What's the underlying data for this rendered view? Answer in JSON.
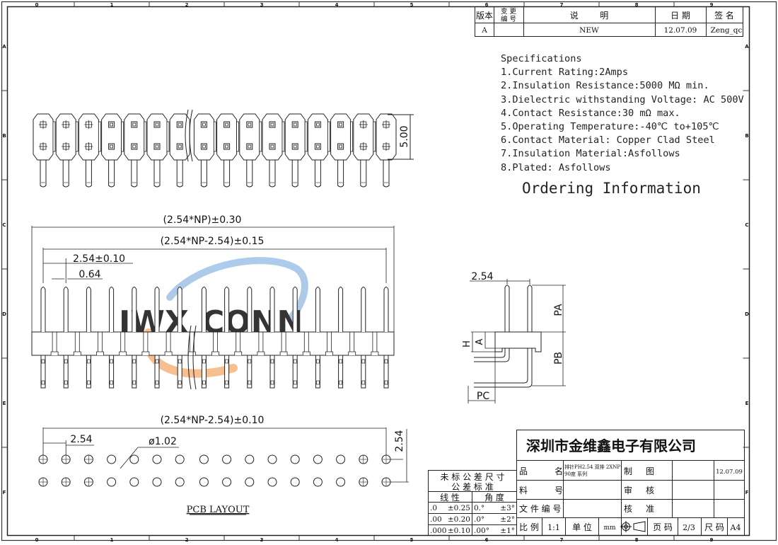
{
  "frame": {
    "column_markers": [
      "0",
      "1",
      "2",
      "3",
      "4",
      "5",
      "6",
      "7",
      "8",
      "9"
    ],
    "row_markers": [
      "A",
      "B",
      "C",
      "D",
      "E",
      "F"
    ]
  },
  "revision_table": {
    "headers": {
      "version": "版本",
      "change_no": "变更\n编号",
      "change_no_line1": "变 更",
      "change_no_line2": "编 号",
      "description": "说        明",
      "date": "日 期",
      "signature": "签 名"
    },
    "rows": [
      {
        "version": "A",
        "change_no": "",
        "description": "NEW",
        "date": "12.07.09",
        "signature": "Zeng_qc"
      }
    ]
  },
  "specifications": {
    "title": "Specifications",
    "items": [
      "1.Current Rating:2Amps",
      "2.Insulation Resistance:5000 MΩ min.",
      "3.Dielectric withstanding Voltage: AC 500V",
      "4.Contact Resistance:30 mΩ max.",
      "5.Operating Temperature:-40℃ to+105℃",
      "6.Contact Material: Copper Clad Steel",
      "7.Insulation Material:Asfollows",
      "8.Plated: Asfollows"
    ],
    "ordering_title": "Ordering Information"
  },
  "top_view": {
    "pin_count_shown": 16,
    "height_dim": "5.00"
  },
  "front_view": {
    "overall_dim": "(2.54*NP)±0.30",
    "pitch_span_dim": "(2.54*NP-2.54)±0.15",
    "pitch_dim": "2.54±0.10",
    "pin_width_dim": "0.64",
    "pin_count_shown": 16
  },
  "side_view": {
    "pitch_dim": "2.54",
    "labels": {
      "pa": "PA",
      "pb": "PB",
      "pc": "PC",
      "h": "H",
      "a": "A"
    }
  },
  "pcb_layout": {
    "span_dim": "(2.54*NP-2.54)±0.10",
    "pitch_dim": "2.54",
    "hole_dim": "ø1.02",
    "row_pitch_dim": "2.54",
    "holes_per_row": 16,
    "rows": 2,
    "title": "PCB LAYOUT"
  },
  "watermark": {
    "text_orange": "JWX",
    "text_blue": "CONN",
    "color_orange": "#f6b47c",
    "color_blue": "#9fc2e6"
  },
  "tolerance_table": {
    "title_line1": "未 标 公 差 尺 寸",
    "title_line2": "公 差 标 准",
    "col_linear": "线 性",
    "col_angle": "角 度",
    "rows": [
      {
        "lin_fmt": ".0",
        "lin_tol": "±0.25",
        "ang_fmt": "0.°",
        "ang_tol": "±3°"
      },
      {
        "lin_fmt": ".00",
        "lin_tol": "±0.20",
        "ang_fmt": ".0°",
        "ang_tol": "±2°"
      },
      {
        "lin_fmt": ".000",
        "lin_tol": "±0.10",
        "ang_fmt": ".00°",
        "ang_tol": "±1°"
      }
    ]
  },
  "title_block": {
    "company": "深圳市金维鑫电子有限公司",
    "product_name_label": "品          名",
    "product_name_value_line1": "排针PH2.54 双排 2XNP",
    "product_name_value_line2": "90度 系列",
    "part_no_label": "料          号",
    "part_no_value": "",
    "doc_no_label": "文 件 编 号",
    "doc_no_value": "",
    "drawn_label": "制     图",
    "drawn_value": "",
    "drawn_date": "12.07.09",
    "checked_label": "审     核",
    "checked_value": "",
    "approved_label": "核     准",
    "approved_value": "",
    "scale_label": "比 例",
    "scale_value": "1:1",
    "unit_label": "单 位",
    "unit_value": "mm",
    "projection_symbol": "first-angle-projection",
    "page_label": "页 码",
    "page_value": "2/3",
    "size_label": "尺 码",
    "size_value": "A4"
  }
}
